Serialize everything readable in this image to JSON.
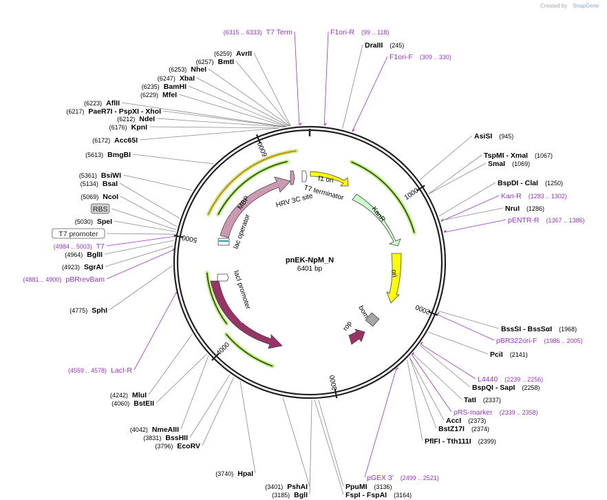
{
  "watermark": {
    "prefix": "Created by",
    "brand": "SnapGene"
  },
  "plasmid": {
    "name": "pnEK-NpM_N",
    "size": "6401 bp",
    "length": 6401
  },
  "ticks": [
    "1000",
    "2000",
    "3000",
    "4000",
    "5000",
    "6000"
  ],
  "sites": [
    {
      "name": "T7 Term",
      "pos": "(6315 .. 6333)",
      "kind": "primer",
      "side": "left",
      "at": 6324
    },
    {
      "name": "AvrII",
      "pos": "(6259)",
      "kind": "enzyme",
      "side": "left",
      "at": 6259
    },
    {
      "name": "BmtI",
      "pos": "(6257)",
      "kind": "enzyme",
      "side": "left",
      "at": 6257
    },
    {
      "name": "NheI",
      "pos": "(6253)",
      "kind": "enzyme",
      "side": "left",
      "at": 6253
    },
    {
      "name": "XbaI",
      "pos": "(6247)",
      "kind": "enzyme",
      "side": "left",
      "at": 6247
    },
    {
      "name": "BamHI",
      "pos": "(6235)",
      "kind": "enzyme",
      "side": "left",
      "at": 6235
    },
    {
      "name": "MfeI",
      "pos": "(6229)",
      "kind": "enzyme",
      "side": "left",
      "at": 6229
    },
    {
      "name": "AflII",
      "pos": "(6223)",
      "kind": "enzyme",
      "side": "left",
      "at": 6223
    },
    {
      "name": "PaeR7I  - PspXI  - XhoI",
      "pos": "(6217)",
      "kind": "enzyme",
      "side": "left",
      "at": 6217
    },
    {
      "name": "NdeI",
      "pos": "(6212)",
      "kind": "enzyme",
      "side": "left",
      "at": 6212
    },
    {
      "name": "KpnI",
      "pos": "(6176)",
      "kind": "enzyme",
      "side": "left",
      "at": 6176
    },
    {
      "name": "Acc65I",
      "pos": "(6172)",
      "kind": "enzyme",
      "side": "left",
      "at": 6172
    },
    {
      "name": "BmgBI",
      "pos": "(5613)",
      "kind": "enzyme",
      "side": "left",
      "at": 5613
    },
    {
      "name": "BsiWI",
      "pos": "(5361)",
      "kind": "enzyme",
      "side": "left",
      "at": 5361
    },
    {
      "name": "BsaI",
      "pos": "(5134)",
      "kind": "enzyme",
      "side": "left",
      "at": 5134
    },
    {
      "name": "NcoI",
      "pos": "(5069)",
      "kind": "enzyme",
      "side": "left",
      "at": 5069
    },
    {
      "name": "RBS",
      "pos": "",
      "kind": "feature",
      "side": "left",
      "at": 5045
    },
    {
      "name": "SpeI",
      "pos": "(5030)",
      "kind": "enzyme",
      "side": "left",
      "at": 5030
    },
    {
      "name": "T7 promoter",
      "pos": "",
      "kind": "feature",
      "side": "left",
      "at": 5010
    },
    {
      "name": "T7",
      "pos": "(4984 .. 5003)",
      "kind": "primer",
      "side": "left",
      "at": 4994
    },
    {
      "name": "BglII",
      "pos": "(4964)",
      "kind": "enzyme",
      "side": "left",
      "at": 4964
    },
    {
      "name": "SgrAI",
      "pos": "(4923)",
      "kind": "enzyme",
      "side": "left",
      "at": 4923
    },
    {
      "name": "pBRrevBam",
      "pos": "(4881 .. 4900)",
      "kind": "primer",
      "side": "left",
      "at": 4890
    },
    {
      "name": "SphI",
      "pos": "(4775)",
      "kind": "enzyme",
      "side": "left",
      "at": 4775
    },
    {
      "name": "LacI-R",
      "pos": "(4559 .. 4578)",
      "kind": "primer",
      "side": "left",
      "at": 4568
    },
    {
      "name": "MluI",
      "pos": "(4242)",
      "kind": "enzyme",
      "side": "left",
      "at": 4242
    },
    {
      "name": "BstEII",
      "pos": "(4060)",
      "kind": "enzyme",
      "side": "left",
      "at": 4060
    },
    {
      "name": "NmeAIII",
      "pos": "(4042)",
      "kind": "enzyme",
      "side": "left",
      "at": 4042
    },
    {
      "name": "BssHII",
      "pos": "(3831)",
      "kind": "enzyme",
      "side": "left",
      "at": 3831
    },
    {
      "name": "EcoRV",
      "pos": "(3796)",
      "kind": "enzyme",
      "side": "left",
      "at": 3796
    },
    {
      "name": "HpaI",
      "pos": "(3740)",
      "kind": "enzyme",
      "side": "left",
      "at": 3740
    },
    {
      "name": "PshAI",
      "pos": "(3401)",
      "kind": "enzyme",
      "side": "left",
      "at": 3401
    },
    {
      "name": "BglI",
      "pos": "(3185)",
      "kind": "enzyme",
      "side": "left",
      "at": 3185
    },
    {
      "name": "F1ori-R",
      "pos": "(99 .. 118)",
      "kind": "primer",
      "side": "right",
      "at": 108
    },
    {
      "name": "DraIII",
      "pos": "(245)",
      "kind": "enzyme",
      "side": "right",
      "at": 245
    },
    {
      "name": "F1ori-F",
      "pos": "(309 .. 330)",
      "kind": "primer",
      "side": "right",
      "at": 320
    },
    {
      "name": "AsiSI",
      "pos": "(945)",
      "kind": "enzyme",
      "side": "right",
      "at": 945
    },
    {
      "name": "TspMI  - XmaI",
      "pos": "(1067)",
      "kind": "enzyme",
      "side": "right",
      "at": 1067
    },
    {
      "name": "SmaI",
      "pos": "(1069)",
      "kind": "enzyme",
      "side": "right",
      "at": 1069
    },
    {
      "name": "BspDI  - ClaI",
      "pos": "(1250)",
      "kind": "enzyme",
      "side": "right",
      "at": 1250
    },
    {
      "name": "Kan-R",
      "pos": "(1283 .. 1302)",
      "kind": "primer",
      "side": "right",
      "at": 1292
    },
    {
      "name": "NruI",
      "pos": "(1286)",
      "kind": "enzyme",
      "side": "right",
      "at": 1286
    },
    {
      "name": "pENTR-R",
      "pos": "(1367 .. 1386)",
      "kind": "primer",
      "side": "right",
      "at": 1376
    },
    {
      "name": "BssSI  - BssSαI",
      "pos": "(1968)",
      "kind": "enzyme",
      "side": "right",
      "at": 1968
    },
    {
      "name": "pBR322ori-F",
      "pos": "(1986 .. 2005)",
      "kind": "primer",
      "side": "right",
      "at": 1995
    },
    {
      "name": "PciI",
      "pos": "(2141)",
      "kind": "enzyme",
      "side": "right",
      "at": 2141
    },
    {
      "name": "L4440",
      "pos": "(2239 .. 2256)",
      "kind": "primer",
      "side": "right",
      "at": 2247
    },
    {
      "name": "BspQI  - SapI",
      "pos": "(2258)",
      "kind": "enzyme",
      "side": "right",
      "at": 2258
    },
    {
      "name": "TatI",
      "pos": "(2337)",
      "kind": "enzyme",
      "side": "right",
      "at": 2337
    },
    {
      "name": "pRS-marker",
      "pos": "(2339 .. 2358)",
      "kind": "primer",
      "side": "right",
      "at": 2348
    },
    {
      "name": "AccI",
      "pos": "(2373)",
      "kind": "enzyme",
      "side": "right",
      "at": 2373
    },
    {
      "name": "BstZ17I",
      "pos": "(2374)",
      "kind": "enzyme",
      "side": "right",
      "at": 2374
    },
    {
      "name": "PflFI  - Tth111I",
      "pos": "(2399)",
      "kind": "enzyme",
      "side": "right",
      "at": 2399
    },
    {
      "name": "pGEX 3'",
      "pos": "(2499 .. 2521)",
      "kind": "primer",
      "side": "right",
      "at": 2510
    },
    {
      "name": "PpuMI",
      "pos": "(3136)",
      "kind": "enzyme",
      "side": "right",
      "at": 3136
    },
    {
      "name": "FspI  - FspAI",
      "pos": "(3164)",
      "kind": "enzyme",
      "side": "right",
      "at": 3164
    }
  ],
  "features": [
    {
      "name": "f1 ori",
      "color": "#ffff00"
    },
    {
      "name": "KanR",
      "color": "#ccffcc"
    },
    {
      "name": "ori",
      "color": "#ffff00"
    },
    {
      "name": "bom",
      "color": "#a6a6a6"
    },
    {
      "name": "rop",
      "color": "#993366"
    },
    {
      "name": "lacI",
      "color": "#993366"
    },
    {
      "name": "lacI promoter",
      "color": "#ffffff"
    },
    {
      "name": "lac operator",
      "color": "#ffffff"
    },
    {
      "name": "MBP",
      "color": "#cc99b2"
    },
    {
      "name": "HRV 3C site",
      "color": "#ffffff"
    },
    {
      "name": "T7 terminator",
      "color": "#ffffff"
    }
  ],
  "colors": {
    "enzyme": "#000000",
    "primer": "#9933cc",
    "backbone": "#222222",
    "orf": "#336600",
    "orf_glow": "#ccee99",
    "orange": "#cc8800"
  }
}
